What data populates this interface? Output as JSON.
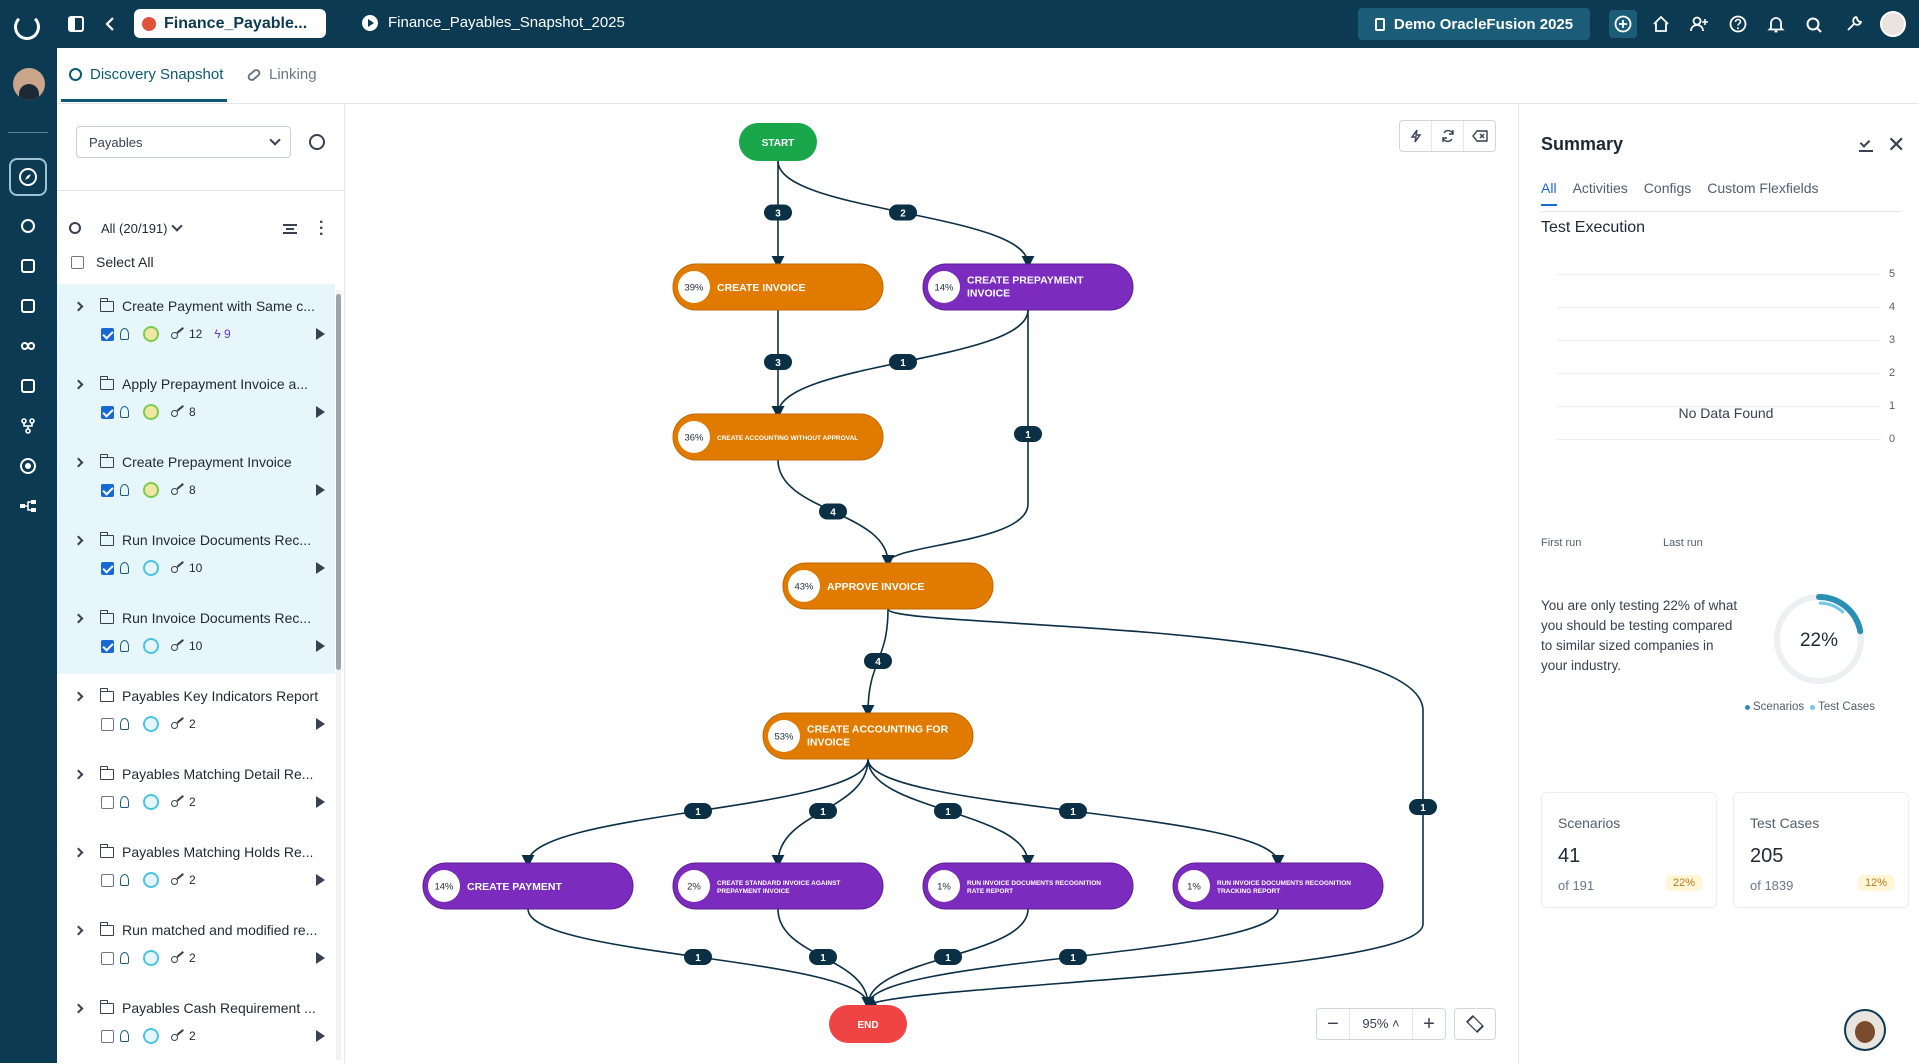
{
  "topbar": {
    "active_tab": "Finance_Payable...",
    "title": "Finance_Payables_Snapshot_2025",
    "environment": "Demo OracleFusion 2025",
    "icons": [
      "sidebar-toggle-icon",
      "back-icon",
      "add-icon",
      "home-icon",
      "user-add-icon",
      "help-icon",
      "bell-icon",
      "search-icon",
      "wrench-icon"
    ]
  },
  "rail": {
    "icons": [
      "compass-icon",
      "aperture-icon",
      "database-icon",
      "chart-icon",
      "infinity-icon",
      "server-icon",
      "flow-icon",
      "target-icon",
      "hierarchy-icon"
    ]
  },
  "subtabs": {
    "discovery": "Discovery Snapshot",
    "linking": "Linking"
  },
  "left": {
    "module": "Payables",
    "filter": "All (20/191)",
    "select_all": "Select All",
    "items": [
      {
        "name": "Create Payment with Same c...",
        "checked": true,
        "ring": "green",
        "keys": "12",
        "runs": "9",
        "selected": true
      },
      {
        "name": "Apply Prepayment Invoice a...",
        "checked": true,
        "ring": "green",
        "keys": "8",
        "runs": "",
        "selected": true
      },
      {
        "name": "Create Prepayment Invoice",
        "checked": true,
        "ring": "green",
        "keys": "8",
        "runs": "",
        "selected": true
      },
      {
        "name": "Run Invoice Documents Rec...",
        "checked": true,
        "ring": "blue",
        "keys": "10",
        "runs": "",
        "selected": true
      },
      {
        "name": "Run Invoice Documents Rec...",
        "checked": true,
        "ring": "blue",
        "keys": "10",
        "runs": "",
        "selected": true
      },
      {
        "name": "Payables Key Indicators Report",
        "checked": false,
        "ring": "blue",
        "keys": "2",
        "runs": "",
        "selected": false
      },
      {
        "name": "Payables Matching Detail Re...",
        "checked": false,
        "ring": "blue",
        "keys": "2",
        "runs": "",
        "selected": false
      },
      {
        "name": "Payables Matching Holds Re...",
        "checked": false,
        "ring": "blue",
        "keys": "2",
        "runs": "",
        "selected": false
      },
      {
        "name": "Run matched and modified re...",
        "checked": false,
        "ring": "blue",
        "keys": "2",
        "runs": "",
        "selected": false
      },
      {
        "name": "Payables Cash Requirement ...",
        "checked": false,
        "ring": "blue",
        "keys": "2",
        "runs": "",
        "selected": false
      }
    ]
  },
  "flow": {
    "colors": {
      "start": "#1aa64a",
      "end": "#ef4444",
      "orange": "#e07b00",
      "purple": "#7b2bbd",
      "badge": "#0b2f45"
    },
    "start_label": "START",
    "end_label": "END",
    "nodes": [
      {
        "id": "ci",
        "label": "CREATE INVOICE",
        "pct": "39%",
        "color": "orange"
      },
      {
        "id": "cpi",
        "label": "CREATE PREPAYMENT INVOICE",
        "pct": "14%",
        "color": "purple"
      },
      {
        "id": "cawa",
        "label": "CREATE ACCOUNTING WITHOUT APPROVAL",
        "pct": "36%",
        "color": "orange"
      },
      {
        "id": "ai",
        "label": "APPROVE INVOICE",
        "pct": "43%",
        "color": "orange"
      },
      {
        "id": "cafi",
        "label": "CREATE ACCOUNTING FOR INVOICE",
        "pct": "53%",
        "color": "orange"
      },
      {
        "id": "cp",
        "label": "CREATE PAYMENT",
        "pct": "14%",
        "color": "purple"
      },
      {
        "id": "csi",
        "label": "CREATE STANDARD INVOICE AGAINST PREPAYMENT INVOICE",
        "pct": "2%",
        "color": "purple"
      },
      {
        "id": "rrr",
        "label": "RUN INVOICE DOCUMENTS RECOGNITION RATE REPORT",
        "pct": "1%",
        "color": "purple"
      },
      {
        "id": "rtr",
        "label": "RUN INVOICE DOCUMENTS RECOGNITION TRACKING REPORT",
        "pct": "1%",
        "color": "purple"
      }
    ],
    "edges": [
      {
        "from": "start",
        "to": "ci",
        "count": "3"
      },
      {
        "from": "start",
        "to": "cpi",
        "count": "2"
      },
      {
        "from": "ci",
        "to": "cawa",
        "count": "3"
      },
      {
        "from": "cpi",
        "to": "cawa",
        "count": "1"
      },
      {
        "from": "cpi",
        "to": "ai",
        "count": "1"
      },
      {
        "from": "cawa",
        "to": "ai",
        "count": "4"
      },
      {
        "from": "ai",
        "to": "cafi",
        "count": "4"
      },
      {
        "from": "ai",
        "to": "end",
        "count": "1"
      },
      {
        "from": "cafi",
        "to": "cp",
        "count": "1"
      },
      {
        "from": "cafi",
        "to": "csi",
        "count": "1"
      },
      {
        "from": "cafi",
        "to": "rrr",
        "count": "1"
      },
      {
        "from": "cafi",
        "to": "rtr",
        "count": "1"
      },
      {
        "from": "cp",
        "to": "end",
        "count": "1"
      },
      {
        "from": "csi",
        "to": "end",
        "count": "1"
      },
      {
        "from": "rrr",
        "to": "end",
        "count": "1"
      },
      {
        "from": "rtr",
        "to": "end",
        "count": "1"
      }
    ]
  },
  "canvas": {
    "zoom": "95%"
  },
  "summary": {
    "title": "Summary",
    "tabs": [
      "All",
      "Activities",
      "Configs",
      "Custom Flexfields"
    ],
    "section": "Test Execution",
    "no_data": "No Data Found",
    "y_ticks": [
      "5",
      "4",
      "3",
      "2",
      "1",
      "0"
    ],
    "x_labels": [
      "First run",
      "Last run"
    ],
    "coverage_text": "You are only testing 22% of what you should be testing compared to similar sized companies in your industry.",
    "coverage_pct": "22%",
    "coverage_value": 22,
    "legend": [
      {
        "label": "Scenarios",
        "color": "#2a8fb5"
      },
      {
        "label": "Test Cases",
        "color": "#6fc6e8"
      }
    ],
    "scenarios": {
      "label": "Scenarios",
      "value": "41",
      "of": "of 191",
      "pct": "22%"
    },
    "test_cases": {
      "label": "Test Cases",
      "value": "205",
      "of": "of 1839",
      "pct": "12%"
    }
  }
}
